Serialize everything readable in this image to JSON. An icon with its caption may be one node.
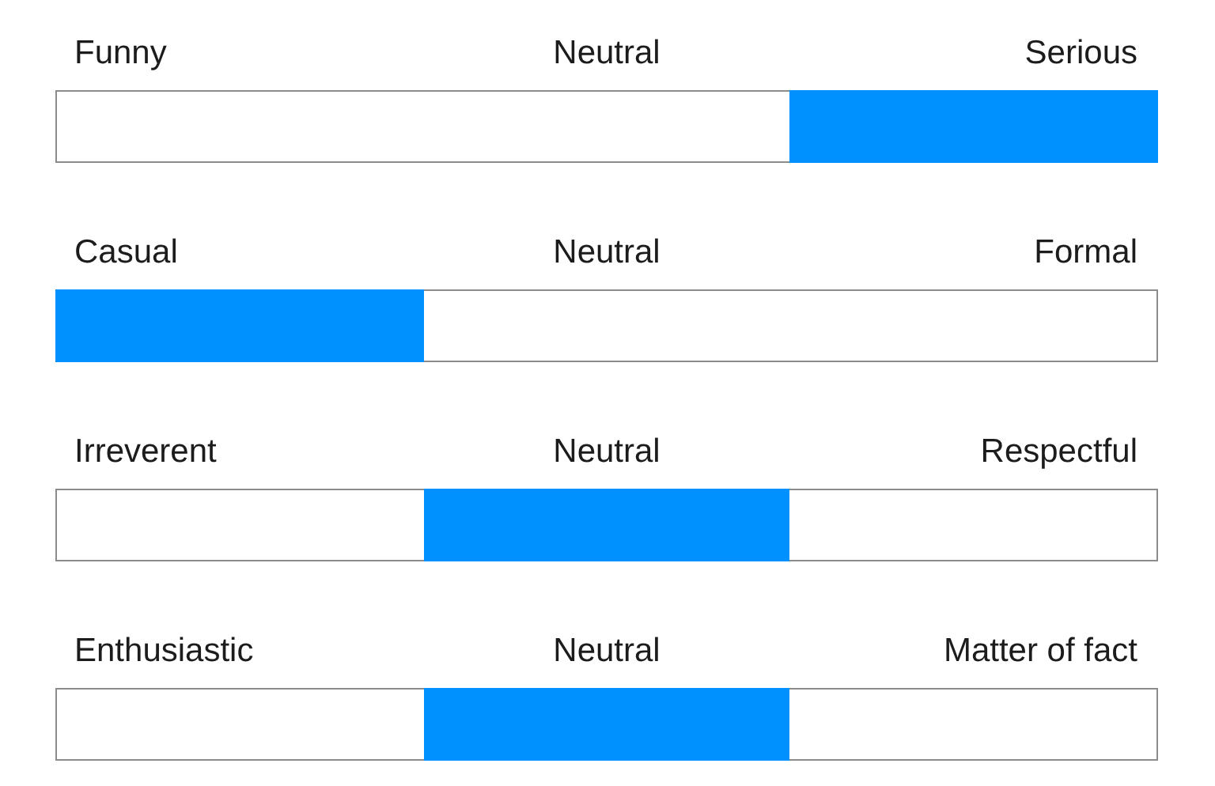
{
  "diagram": {
    "nodes": [
      {
        "text": [
          "Funny",
          "Neutral",
          "Serious"
        ]
      },
      {
        "text": [],
        "shape": "bar",
        "in": 0
      },
      {
        "text": [
          "Casual",
          "Neutral",
          "Formal"
        ]
      },
      {
        "text": [],
        "shape": "bar",
        "in": 2
      },
      {
        "text": [
          "Irreverent",
          "Neutral",
          "Respectful"
        ]
      },
      {
        "text": [],
        "shape": "bar",
        "in": 4
      },
      {
        "text": [
          "Enthusiastic",
          "Neutral",
          "Matter of fact"
        ]
      },
      {
        "text": [],
        "shape": "bar",
        "in": 6
      }
    ]
  }
}
